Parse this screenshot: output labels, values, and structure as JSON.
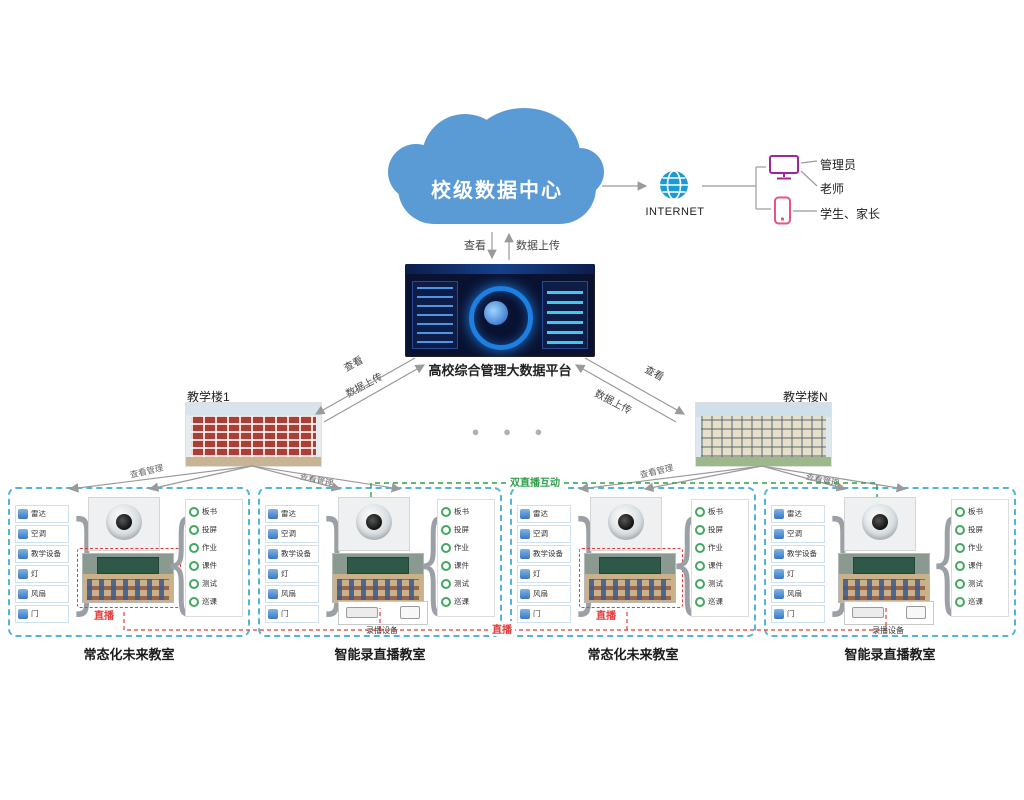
{
  "cloud": {
    "label": "校级数据中心"
  },
  "internet": {
    "label": "INTERNET"
  },
  "users": {
    "items": [
      {
        "label": "管理员"
      },
      {
        "label": "老师"
      },
      {
        "label": "学生、家长"
      }
    ]
  },
  "flows": {
    "view": "查看",
    "upload": "数据上传",
    "view_manage": "查看管理",
    "live": "直播",
    "dual_live": "双直播互动"
  },
  "platform": {
    "caption": "高校综合管理大数据平台"
  },
  "buildings": {
    "left": "教学楼1",
    "right": "教学楼N"
  },
  "ellipsis": "● ● ●",
  "braces": {
    "open": "{",
    "close": "}"
  },
  "clusters": [
    {
      "label": "常态化未来教室",
      "devices": [
        "雷达",
        "空调",
        "教学设备",
        "灯",
        "风扇",
        "门"
      ],
      "functions": [
        "板书",
        "投屏",
        "作业",
        "课件",
        "测试",
        "巡课"
      ]
    },
    {
      "label": "智能录直播教室",
      "devices": [
        "雷达",
        "空调",
        "教学设备",
        "灯",
        "风扇",
        "门"
      ],
      "functions": [
        "板书",
        "投屏",
        "作业",
        "课件",
        "测试",
        "巡课"
      ],
      "recorder_label": "录播设备"
    },
    {
      "label": "常态化未来教室",
      "devices": [
        "雷达",
        "空调",
        "教学设备",
        "灯",
        "风扇",
        "门"
      ],
      "functions": [
        "板书",
        "投屏",
        "作业",
        "课件",
        "测试",
        "巡课"
      ]
    },
    {
      "label": "智能录直播教室",
      "devices": [
        "雷达",
        "空调",
        "教学设备",
        "灯",
        "风扇",
        "门"
      ],
      "functions": [
        "板书",
        "投屏",
        "作业",
        "课件",
        "测试",
        "巡课"
      ],
      "recorder_label": "录播设备"
    }
  ]
}
